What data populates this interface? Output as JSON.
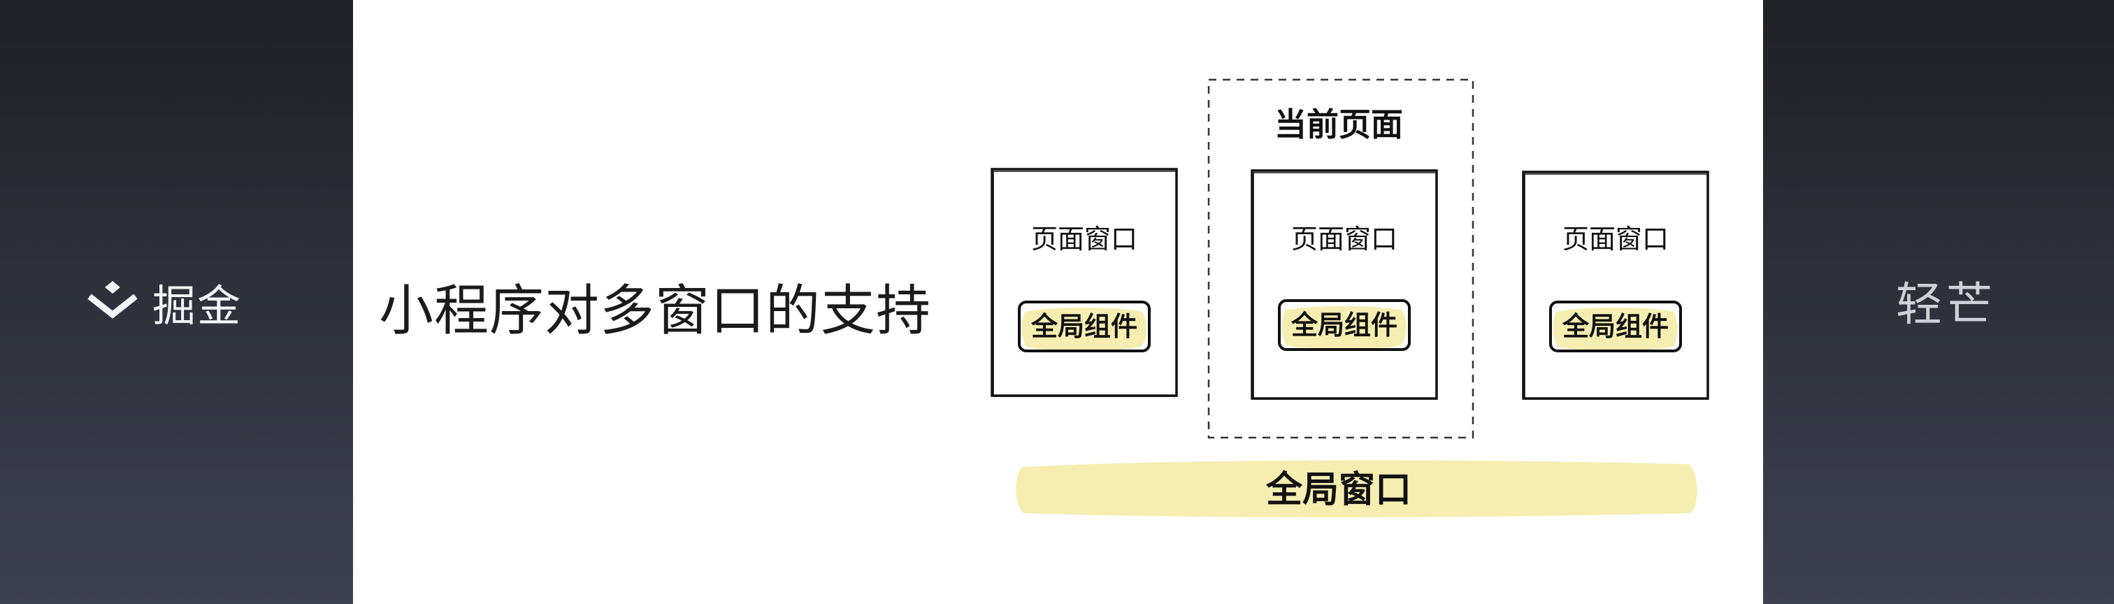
{
  "left_brand": {
    "icon": "juejin-logo-icon",
    "name": "掘金"
  },
  "right_brand": {
    "name": "轻芒"
  },
  "title": "小程序对多窗口的支持",
  "diagram": {
    "current_page_label": "当前页面",
    "page_windows": [
      {
        "label": "页面窗口",
        "component": "全局组件"
      },
      {
        "label": "页面窗口",
        "component": "全局组件"
      },
      {
        "label": "页面窗口",
        "component": "全局组件"
      }
    ],
    "global_window_label": "全局窗口"
  },
  "colors": {
    "panel_dark": "#2d3039",
    "highlight_yellow": "#f5eeb0",
    "ink": "#111111"
  }
}
